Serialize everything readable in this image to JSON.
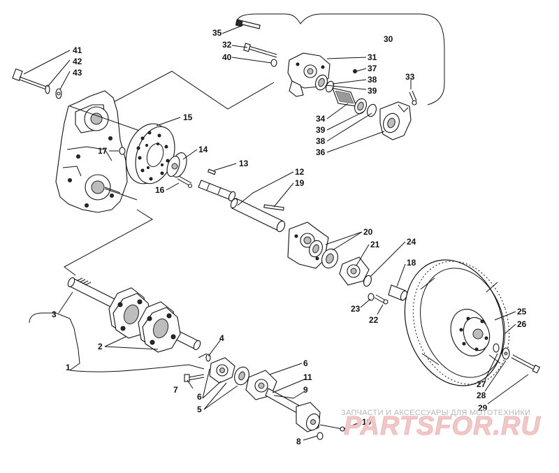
{
  "diagram": {
    "callouts": [
      {
        "id": "c41",
        "label": "41"
      },
      {
        "id": "c42",
        "label": "42"
      },
      {
        "id": "c43",
        "label": "43"
      },
      {
        "id": "c35",
        "label": "35"
      },
      {
        "id": "c32",
        "label": "32"
      },
      {
        "id": "c40",
        "label": "40"
      },
      {
        "id": "c30",
        "label": "30"
      },
      {
        "id": "c31",
        "label": "31"
      },
      {
        "id": "c37",
        "label": "37"
      },
      {
        "id": "c38a",
        "label": "38"
      },
      {
        "id": "c39a",
        "label": "39"
      },
      {
        "id": "c33",
        "label": "33"
      },
      {
        "id": "c34",
        "label": "34"
      },
      {
        "id": "c39b",
        "label": "39"
      },
      {
        "id": "c38b",
        "label": "38"
      },
      {
        "id": "c36",
        "label": "36"
      },
      {
        "id": "c15",
        "label": "15"
      },
      {
        "id": "c17",
        "label": "17"
      },
      {
        "id": "c14",
        "label": "14"
      },
      {
        "id": "c13",
        "label": "13"
      },
      {
        "id": "c16",
        "label": "16"
      },
      {
        "id": "c12",
        "label": "12"
      },
      {
        "id": "c19",
        "label": "19"
      },
      {
        "id": "c20",
        "label": "20"
      },
      {
        "id": "c21",
        "label": "21"
      },
      {
        "id": "c24",
        "label": "24"
      },
      {
        "id": "c18",
        "label": "18"
      },
      {
        "id": "c23",
        "label": "23"
      },
      {
        "id": "c22",
        "label": "22"
      },
      {
        "id": "c3",
        "label": "3"
      },
      {
        "id": "c2",
        "label": "2"
      },
      {
        "id": "c4",
        "label": "4"
      },
      {
        "id": "c1",
        "label": "1"
      },
      {
        "id": "c6a",
        "label": "6"
      },
      {
        "id": "c5",
        "label": "5"
      },
      {
        "id": "c7",
        "label": "7"
      },
      {
        "id": "c6b",
        "label": "6"
      },
      {
        "id": "c11",
        "label": "11"
      },
      {
        "id": "c9",
        "label": "9"
      },
      {
        "id": "c10",
        "label": "10"
      },
      {
        "id": "c8",
        "label": "8"
      },
      {
        "id": "c25",
        "label": "25"
      },
      {
        "id": "c26",
        "label": "26"
      },
      {
        "id": "c27",
        "label": "27"
      },
      {
        "id": "c28",
        "label": "28"
      },
      {
        "id": "c29",
        "label": "29"
      }
    ]
  },
  "watermark": {
    "caption": "ЗАПЧАСТИ И АКСЕССУАРЫ ДЛЯ МОТОТЕХНИКИ",
    "brand": "PARTSFOR.RU",
    "colors": {
      "caption": "#b7b7b7",
      "brand_fill": "#f2c7c7",
      "brand_stroke": "#e8a4a4"
    }
  }
}
